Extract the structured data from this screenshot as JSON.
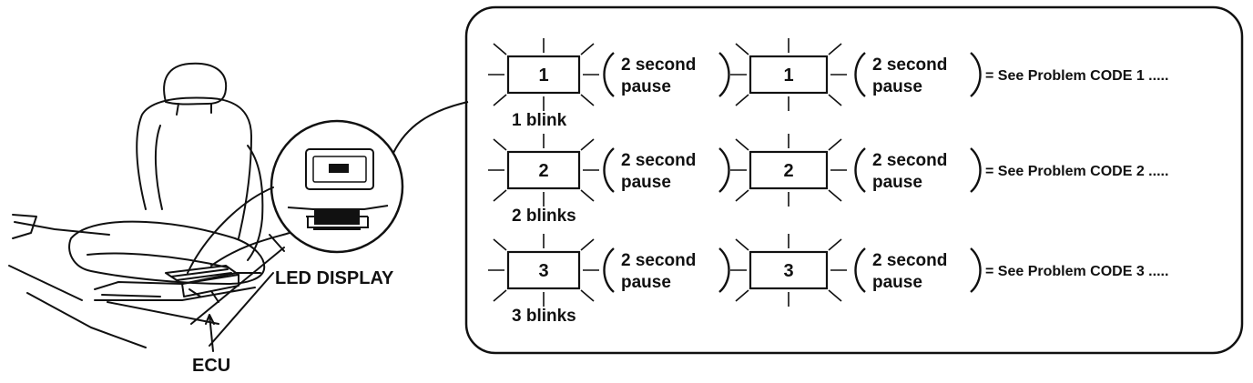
{
  "labels": {
    "led_display": "LED DISPLAY",
    "ecu": "ECU"
  },
  "rows": [
    {
      "code": "1",
      "blink_label": "1 blink",
      "pause_line1": "2 second",
      "pause_line2": "pause",
      "result": "= See Problem CODE 1 ....."
    },
    {
      "code": "2",
      "blink_label": "2 blinks",
      "pause_line1": "2 second",
      "pause_line2": "pause",
      "result": "= See Problem CODE 2 ....."
    },
    {
      "code": "3",
      "blink_label": "3 blinks",
      "pause_line1": "2 second",
      "pause_line2": "pause",
      "result": "= See Problem CODE 3 ....."
    }
  ]
}
